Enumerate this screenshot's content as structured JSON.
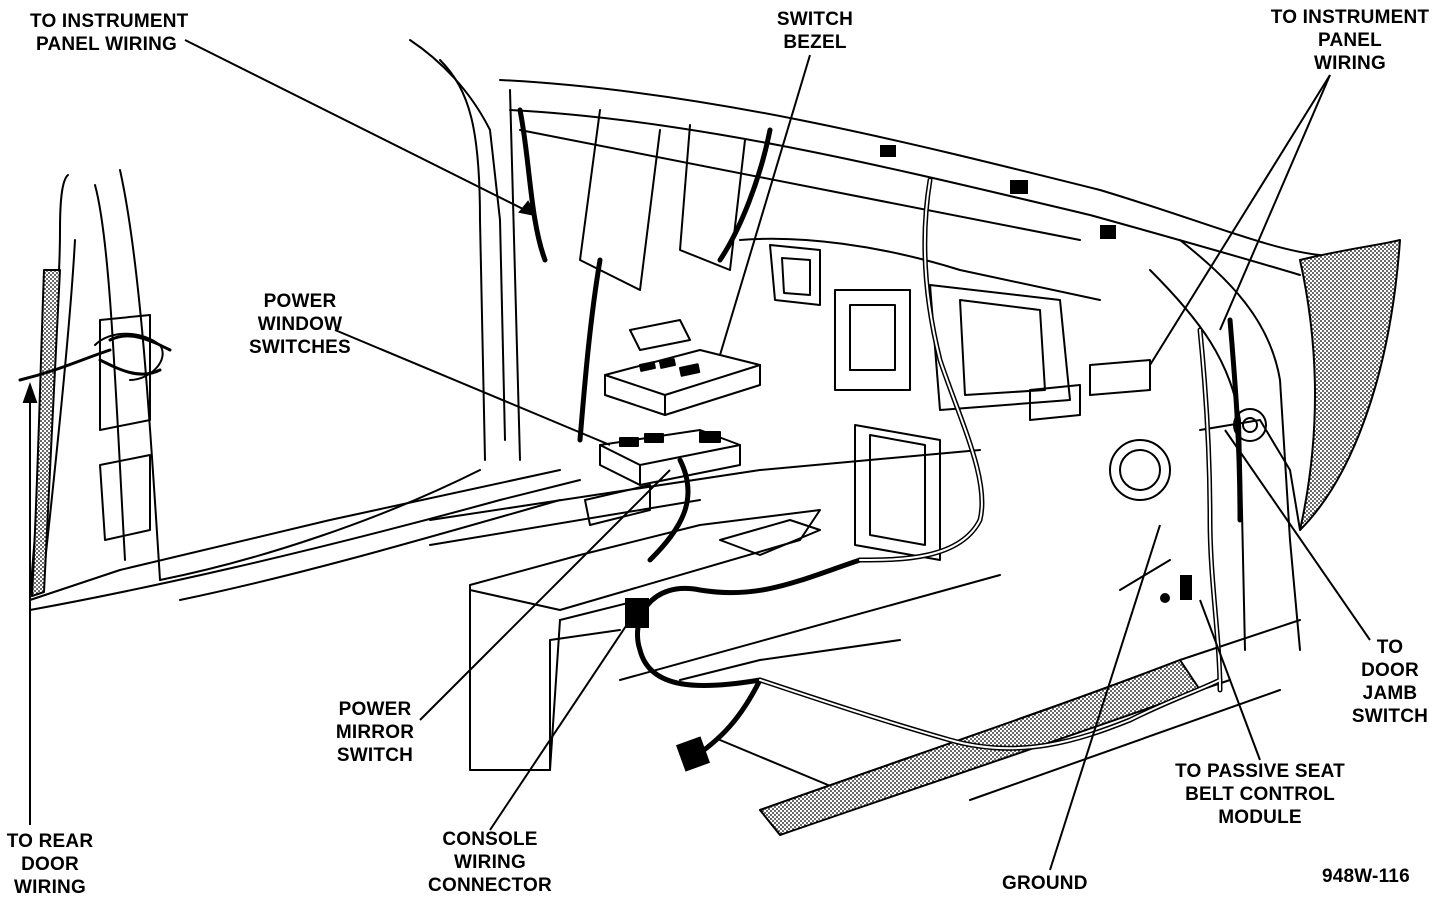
{
  "labels": {
    "instrument_left": [
      "TO INSTRUMENT",
      "PANEL WIRING"
    ],
    "switch_bezel": [
      "SWITCH",
      "BEZEL"
    ],
    "instrument_right": [
      "TO INSTRUMENT",
      "PANEL",
      "WIRING"
    ],
    "power_window": [
      "POWER",
      "WINDOW",
      "SWITCHES"
    ],
    "power_mirror": [
      "POWER",
      "MIRROR",
      "SWITCH"
    ],
    "rear_door": [
      "TO REAR",
      "DOOR",
      "WIRING"
    ],
    "console_connector": [
      "CONSOLE",
      "WIRING",
      "CONNECTOR"
    ],
    "ground": "GROUND",
    "passive_seat": [
      "TO PASSIVE SEAT",
      "BELT CONTROL",
      "MODULE"
    ],
    "door_jamb": [
      "TO",
      "DOOR",
      "JAMB",
      "SWITCH"
    ]
  },
  "figure_id": "948W-116"
}
